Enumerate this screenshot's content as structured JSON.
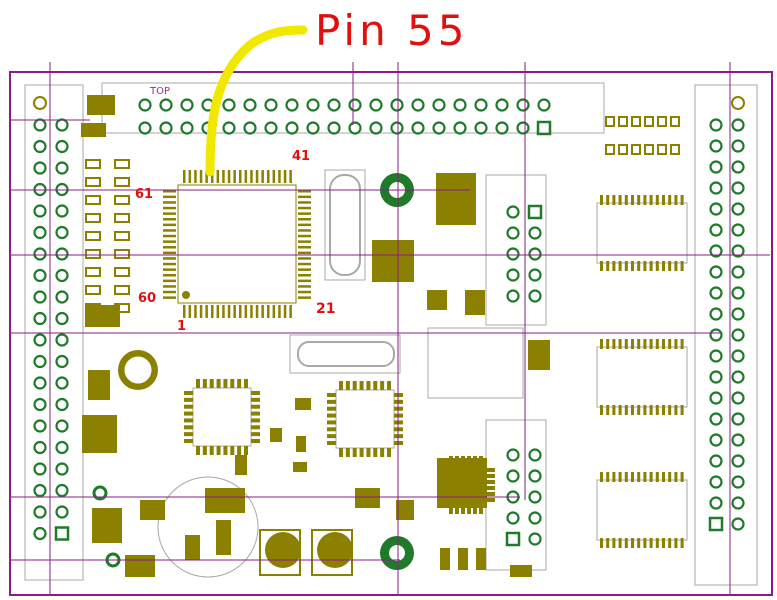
{
  "board": {
    "silk_label": "TOP",
    "colors": {
      "outline": "#8a1d86",
      "pad": "#8b8000",
      "via": "#1f7a2a",
      "silk": "#a0a0a0",
      "annotation": "#e01010",
      "highlight": "#f1e800"
    }
  },
  "annotations": {
    "callout": "Pin 55",
    "pin_labels": {
      "p41": "41",
      "p61": "61",
      "p60": "60",
      "p21": "21",
      "p1": "1"
    }
  }
}
